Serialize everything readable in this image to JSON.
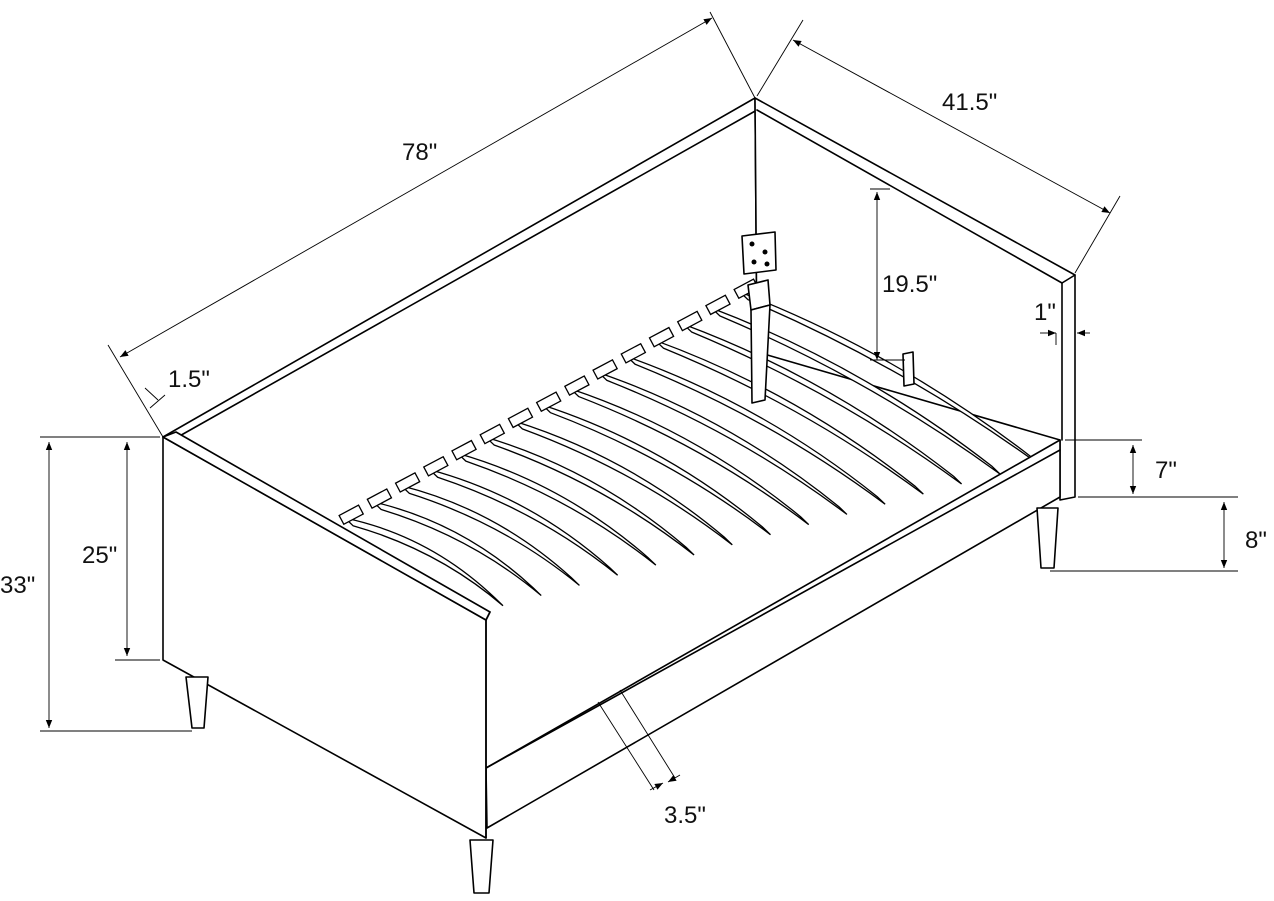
{
  "dimensions": {
    "length": "78\"",
    "depth": "41.5\"",
    "back_height": "19.5\"",
    "side_thickness": "1\"",
    "frame_thickness": "1.5\"",
    "side_rail_height": "7\"",
    "leg_height_right": "8\"",
    "front_height": "25\"",
    "total_height": "33\"",
    "slat_width": "3.5\""
  },
  "colors": {
    "line": "#000000",
    "background": "#ffffff"
  }
}
